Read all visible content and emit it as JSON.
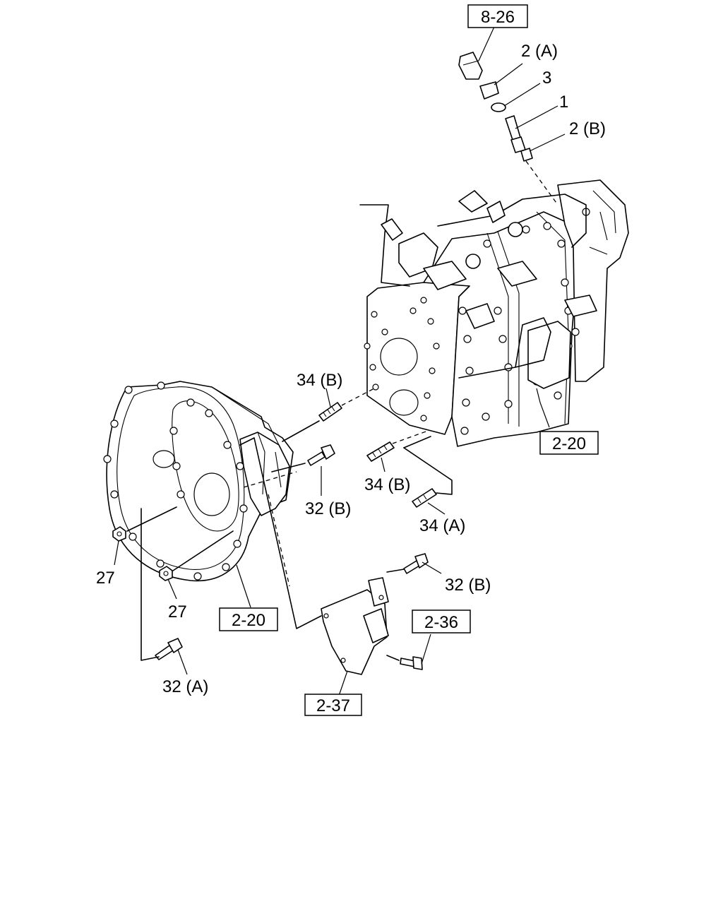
{
  "references": {
    "ref_8_26": "8-26",
    "ref_2_20_right": "2-20",
    "ref_2_20_left": "2-20",
    "ref_2_36": "2-36",
    "ref_2_37": "2-37"
  },
  "callouts": {
    "c_2a": "2 (A)",
    "c_3": "3",
    "c_1": "1",
    "c_2b": "2 (B)",
    "c_34b_top": "34 (B)",
    "c_34b_mid": "34 (B)",
    "c_34a": "34 (A)",
    "c_32b_mid": "32 (B)",
    "c_32b_right": "32 (B)",
    "c_27_left": "27",
    "c_27_bottom": "27",
    "c_32a": "32 (A)"
  }
}
